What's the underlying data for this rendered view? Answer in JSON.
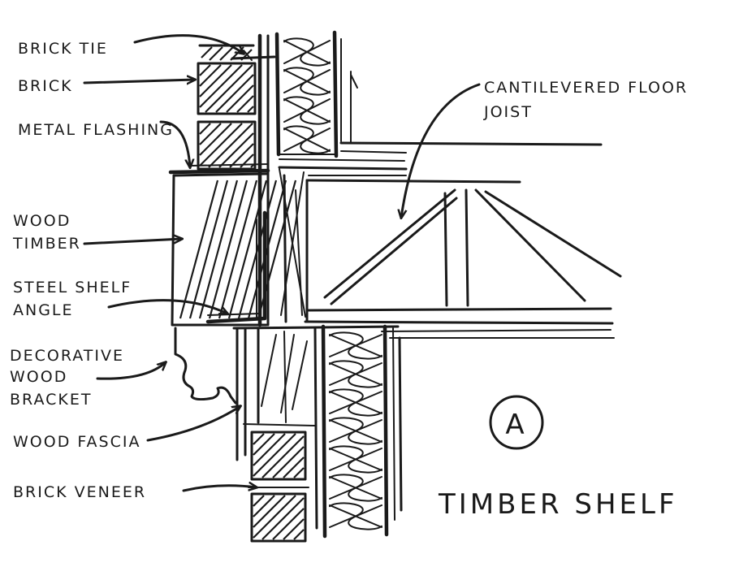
{
  "labels": {
    "brick_tie": "BRICK TIE",
    "brick": "BRICK",
    "metal_flashing": "METAL FLASHING",
    "wood_timber_1": "WOOD",
    "wood_timber_2": "TIMBER",
    "steel_shelf_1": "STEEL SHELF",
    "steel_shelf_2": "ANGLE",
    "bracket_1": "DECORATIVE",
    "bracket_2": "WOOD",
    "bracket_3": "BRACKET",
    "wood_fascia": "WOOD FASCIA",
    "brick_veneer": "BRICK VENEER",
    "joist_1": "CANTILEVERED FLOOR",
    "joist_2": "JOIST"
  },
  "detail_marker": "A",
  "title": "TIMBER SHELF",
  "colors": {
    "ink": "#1a1a1a",
    "paper": "#ffffff"
  }
}
